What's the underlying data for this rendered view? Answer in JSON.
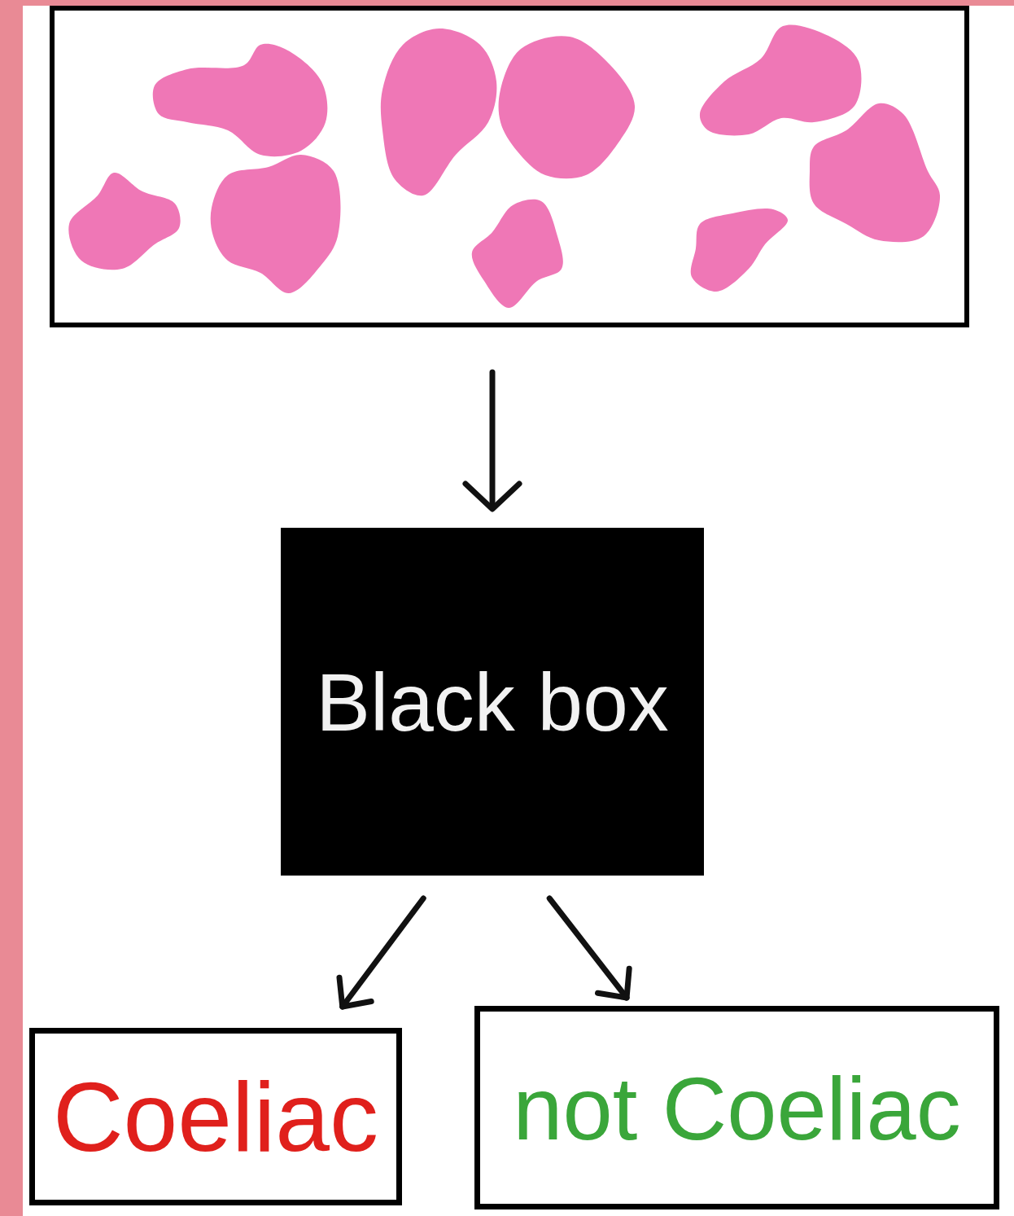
{
  "diagram": {
    "nodes": [
      {
        "text": [
          "Black box"
        ]
      },
      {
        "text": [
          "Coeliac"
        ]
      },
      {
        "text": [
          "not Coeliac"
        ]
      }
    ],
    "edges": [
      {
        "from": 0,
        "to": 1,
        "arrow": "to"
      },
      {
        "from": 0,
        "to": 2,
        "arrow": "to"
      }
    ]
  }
}
